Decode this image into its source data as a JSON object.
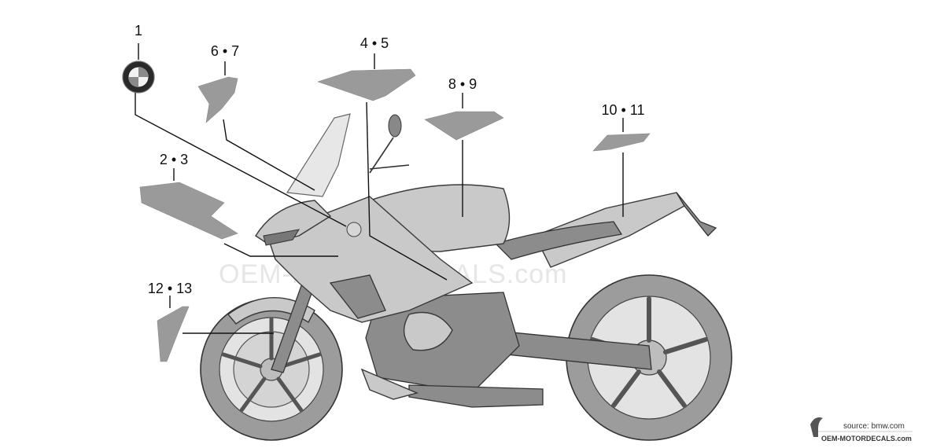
{
  "diagram": {
    "callouts": [
      {
        "id": "c1",
        "label": "1"
      },
      {
        "id": "c67",
        "label": "6 • 7"
      },
      {
        "id": "c45",
        "label": "4 • 5"
      },
      {
        "id": "c89",
        "label": "8 • 9"
      },
      {
        "id": "c1011",
        "label": "10 • 11"
      },
      {
        "id": "c23",
        "label": "2 • 3"
      },
      {
        "id": "c1213",
        "label": "12 • 13"
      }
    ],
    "watermark": "OEM-MOTORDECALS.com",
    "source_note": "source: bmw.com",
    "footer_brand": "OEM-MOTORDECALS.com"
  },
  "colors": {
    "decal": "#9a9a9a",
    "leader": "#111111",
    "body": "#c9c9c9",
    "watermark": "#e6e6e6"
  }
}
